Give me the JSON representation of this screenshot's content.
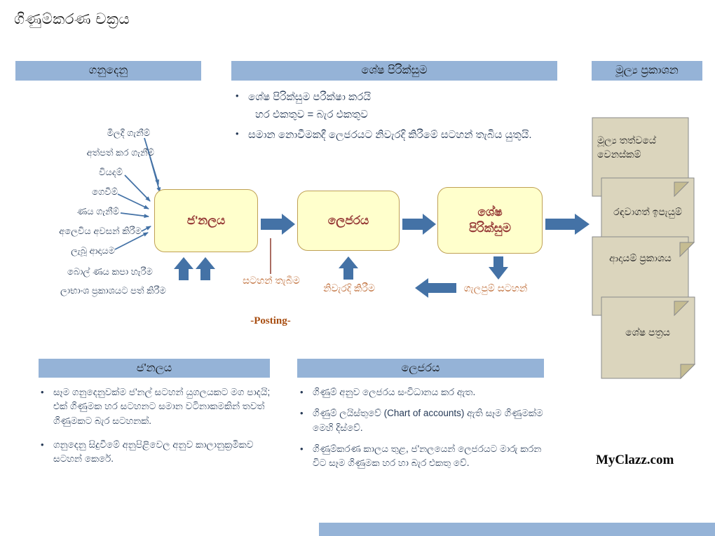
{
  "page": {
    "title": "ගිණුම්කරණ චක්‍රය",
    "watermark": "MyClazz.com"
  },
  "headers": {
    "transactions": "ගනුදෙනු",
    "trial_balance": "ශේෂ පිරික්සුම",
    "financial_statements": "මූල්‍ය ප්‍රකාශන",
    "journal": "ජ'නලය",
    "ledger": "ලෙජරය"
  },
  "flow_boxes": {
    "journal": "ජ'නලය",
    "ledger": "ලෙජරය",
    "trial_balance": "ශේෂ පිරික්සුම"
  },
  "transactions": [
    "මිලදී ගැනීම්",
    "අත්පත් කර ගැනීම්",
    "වියදම්",
    "ගෙවීම්",
    "ණය ගැනීම්",
    "අලෙවිය අවසන් කිරීම",
    "ලැබූ ආදායම",
    "බොල් ණය කපා හැරීම",
    "ලාභාංශ ප්‍රකාශයට පත් කිරීම"
  ],
  "trial_balance_notes": {
    "check": "ශේෂ පිරික්සුම පරීක්ෂා කරයි",
    "equation": "හර එකතුව = බැර එකතුව",
    "correction": "සමාන නොවීමකදී ලෙජරයට නිවැරදි කිරීමේ සටහන් තැබිය යුතුයි."
  },
  "arrow_labels": {
    "posting_sinhala": "සටහන් තැබීම",
    "posting_english": "-Posting-",
    "correction": "නිවැරදි කිරීම",
    "adjustment_entries": "ගැලපුම් සටහන්"
  },
  "financial_statements": [
    "මූල්‍ය තත්වයේ වෙනස්කම්",
    "රඳවාගත් ඉපැයුම්",
    "ආදායම් ප්‍රකාශය",
    "ශේෂ පත්‍රය"
  ],
  "journal_notes": [
    "සෑම ගනුදෙනුවක්ම ජ'නල් සටහන් යුගලයකට මග පාදයි; එක් ගිණුමක හර සටහනට සමාන වටිනාකමකින් තවත් ගිණුමකට බැර සටහනක්.",
    "ගනුදෙනු සිදුවීමේ අනුපිළිවෙල අනුව කාලානුක්‍රමිකව සටහන් කෙරේ."
  ],
  "ledger_notes": [
    "ගිණුම් අනුව ලෙජරය සංවිධානය කර ඇත.",
    "ගිණුම් ලයිස්තුවේ (Chart of accounts) ඇති සෑම ගිණුමක්ම මෙහි දිස්වේ.",
    "ගිණුම්කරණ කාලය තුළ, ජ'නලයෙන් ලෙජරයට මාරු කරන විට සෑම ගිණුමක හර හා බැර එකතු වේ."
  ],
  "colors": {
    "header_bar": "#95B3D7",
    "flow_box_fill": "#FFFFCC",
    "flow_box_border": "#BFA054",
    "flow_box_text": "#943634",
    "arrow_blue": "#4472A6",
    "label_orange": "#C0703C",
    "posting_brown": "#A84E12",
    "posting_line": "#8E3B2E",
    "statement_card_fill": "#DBD5BD",
    "statement_card_fold": "#C5BC92",
    "body_text": "#263A57"
  }
}
